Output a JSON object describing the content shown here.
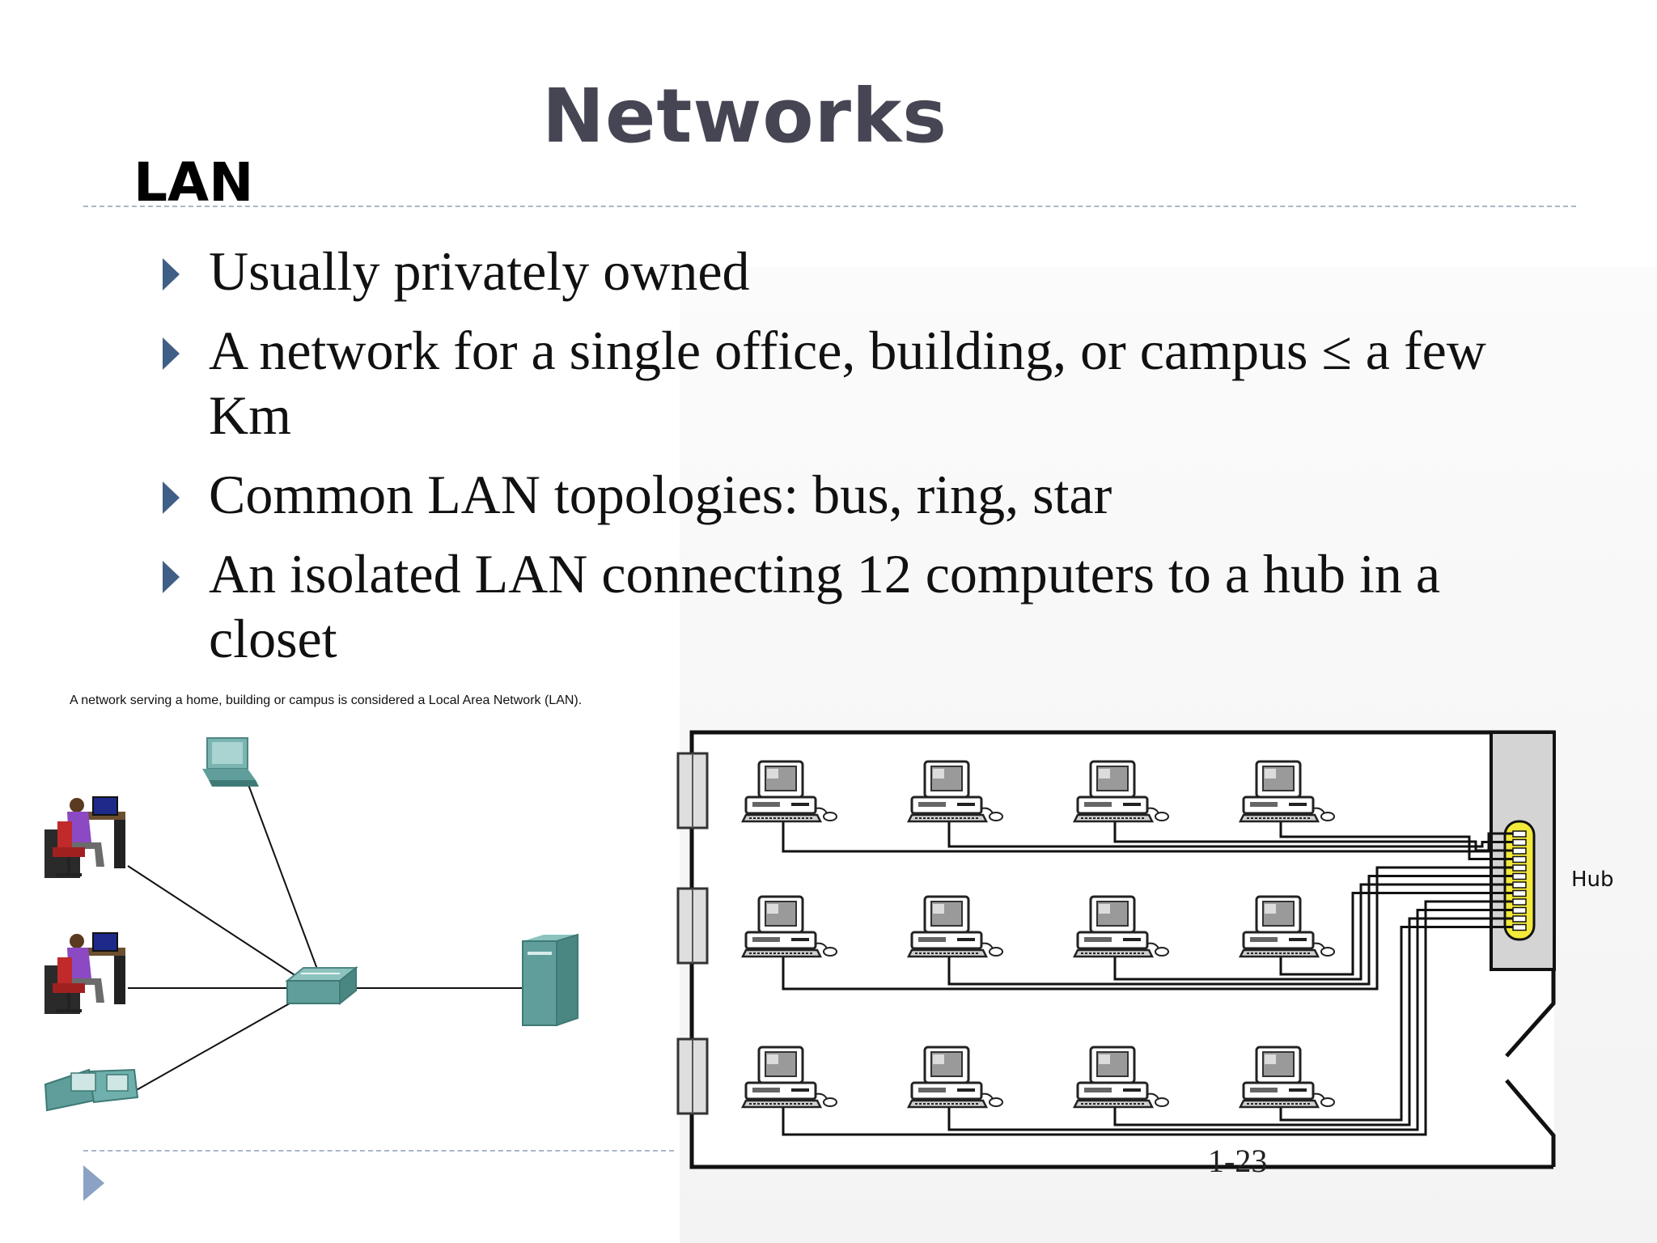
{
  "slide": {
    "title": "Networks",
    "subtitle": "LAN",
    "bullets": [
      {
        "text": "Usually privately owned"
      },
      {
        "text": "A network for a single office, building, or campus ≤ a few Km"
      },
      {
        "text": "Common LAN topologies: bus, ring, star"
      },
      {
        "text": "An isolated LAN connecting 12 computers to a hub in a closet"
      }
    ],
    "caption": "A network serving a home, building or campus is considered a Local Area Network (LAN).",
    "hub_label": "Hub",
    "slide_number": "1-23"
  },
  "colors": {
    "title": "#464553",
    "bullet_marker": "#3f5f87",
    "rule": "#a9b7c9",
    "device_teal": "#5f9e9a",
    "hub_yellow": "#f2e93a"
  },
  "icons": {
    "bullet": "triangle-right-icon",
    "nav": "triangle-right-icon"
  }
}
